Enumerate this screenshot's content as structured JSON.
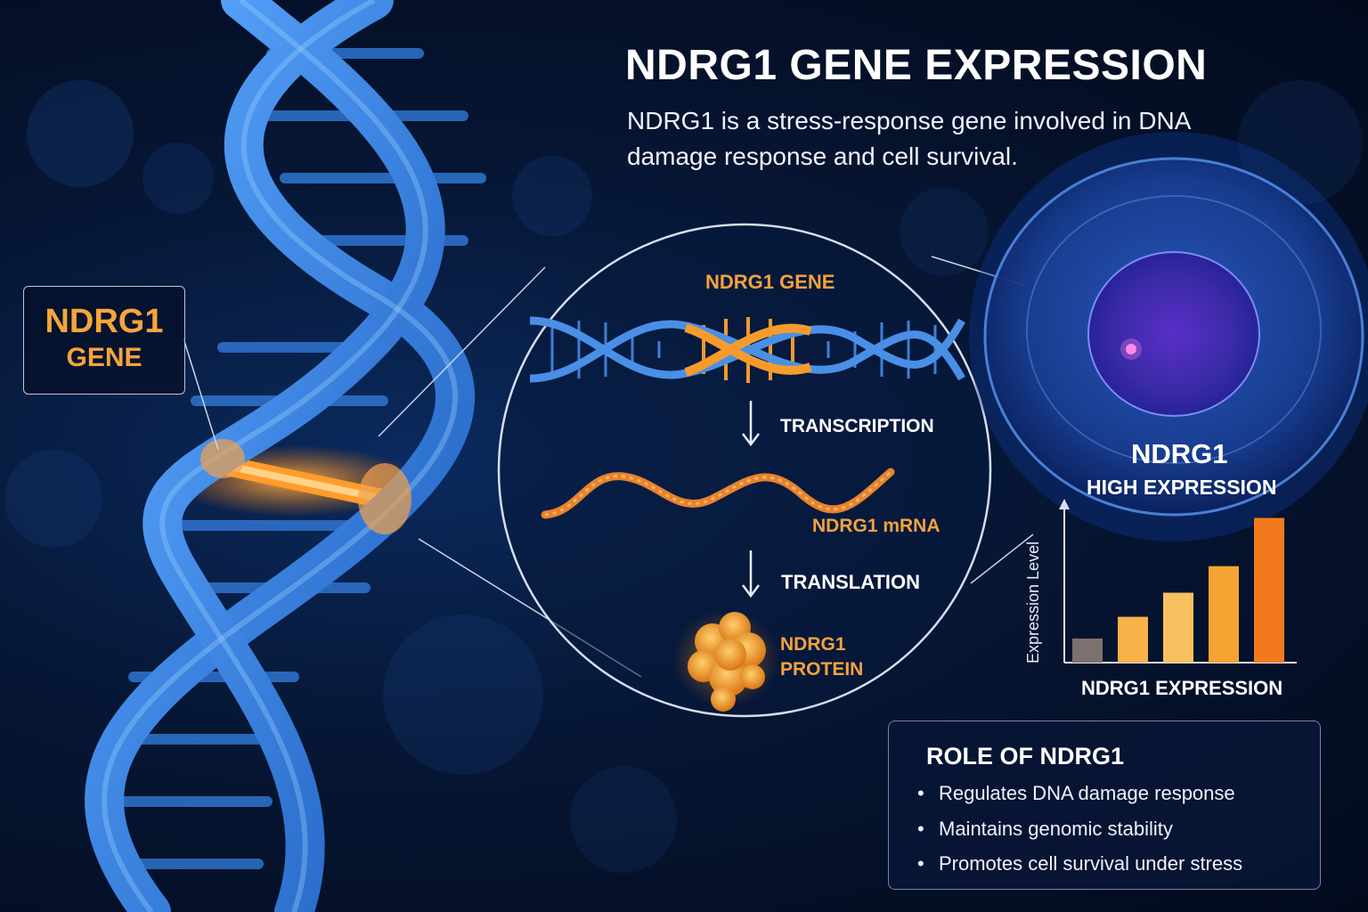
{
  "title": "NDRG1 GENE EXPRESSION",
  "subtitle": "NDRG1 is a stress-response gene involved in DNA damage response and cell survival.",
  "gene_callout": {
    "line1": "NDRG1",
    "line2": "GENE"
  },
  "process": {
    "gene_label": "NDRG1 GENE",
    "transcription": "TRANSCRIPTION",
    "mrna_label": "NDRG1 mRNA",
    "translation": "TRANSLATION",
    "protein_label": "NDRG1 PROTEIN"
  },
  "cell": {
    "title": "NDRG1",
    "subtitle": "HIGH EXPRESSION"
  },
  "chart_data": {
    "type": "bar",
    "xlabel": "NDRG1 EXPRESSION",
    "ylabel": "Expression Level",
    "values": [
      1,
      1.9,
      2.9,
      4,
      6
    ],
    "ylim": [
      0,
      6.5
    ],
    "colors": [
      "#7d7170",
      "#f7b24a",
      "#f8c05e",
      "#f6a432",
      "#f27a1d"
    ]
  },
  "role": {
    "title": "ROLE OF NDRG1",
    "items": [
      "Regulates DNA damage response",
      "Maintains genomic stability",
      "Promotes cell survival under stress"
    ],
    "bullet": "•"
  },
  "colors": {
    "accent": "#f3a23e",
    "dna_blue": "#3f8ee8",
    "background": "#061634"
  }
}
